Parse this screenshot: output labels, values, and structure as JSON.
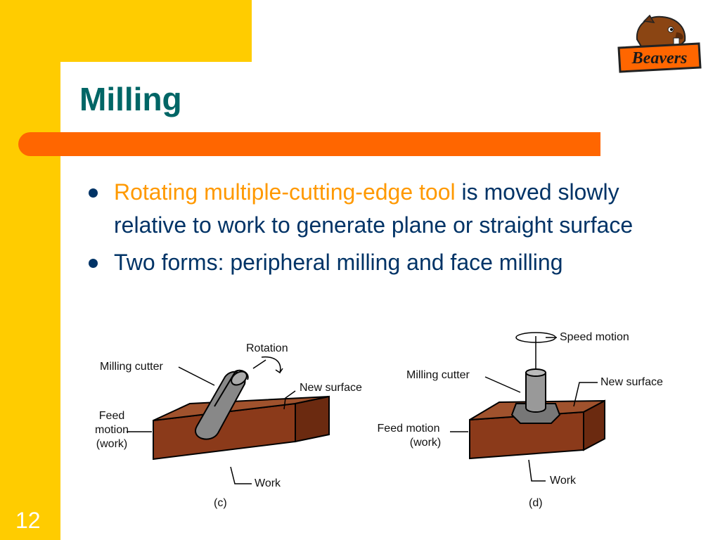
{
  "slide": {
    "title": "Milling",
    "page_number": "12"
  },
  "logo": {
    "text": "Beavers"
  },
  "bullets": [
    {
      "highlight": "Rotating multiple-cutting-edge tool",
      "rest": " is moved slowly relative to work to generate plane or straight surface"
    },
    {
      "highlight": "",
      "rest": "Two forms: peripheral milling and face milling"
    }
  ],
  "figure_c": {
    "caption": "(c)",
    "labels": {
      "rotation": "Rotation",
      "milling_cutter": "Milling cutter",
      "new_surface": "New surface",
      "feed_line1": "Feed",
      "feed_line2": "motion",
      "feed_line3": "(work)",
      "work": "Work"
    }
  },
  "figure_d": {
    "caption": "(d)",
    "labels": {
      "speed_motion": "Speed motion",
      "milling_cutter": "Milling cutter",
      "new_surface": "New surface",
      "feed_line1": "Feed motion",
      "feed_line2": "(work)",
      "work": "Work"
    }
  },
  "colors": {
    "frame": "#FFCC00",
    "bar": "#FF6600",
    "title": "#006666",
    "text": "#003366",
    "highlight": "#FF9900",
    "work": "#8B3A1A"
  }
}
